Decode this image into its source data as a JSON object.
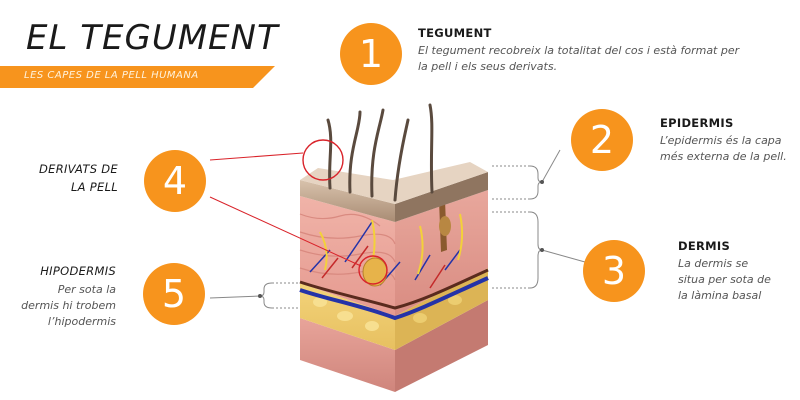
{
  "title": "EL TEGUMENT",
  "subtitle": "LES CAPES DE LA PELL HUMANA",
  "colors": {
    "accent": "#f7941d",
    "connector_red": "#d9232a",
    "text_dark": "#1a1a1a",
    "text_muted": "#555555"
  },
  "items": [
    {
      "number": "1",
      "title": "TEGUMENT",
      "description": "El tegument recobreix la totalitat del cos i està format per la pell i els seus derivats."
    },
    {
      "number": "2",
      "title": "EPIDERMIS",
      "description": "L’epidermis és la capa més externa de la pell."
    },
    {
      "number": "3",
      "title": "DERMIS",
      "description": "La dermis se situa per sota de la làmina basal"
    },
    {
      "number": "4",
      "title": "DERIVATS DE LA PELL",
      "description": ""
    },
    {
      "number": "5",
      "title": "HIPODERMIS",
      "description": "Per sota la dermis hi trobem l’hipodermis"
    }
  ]
}
